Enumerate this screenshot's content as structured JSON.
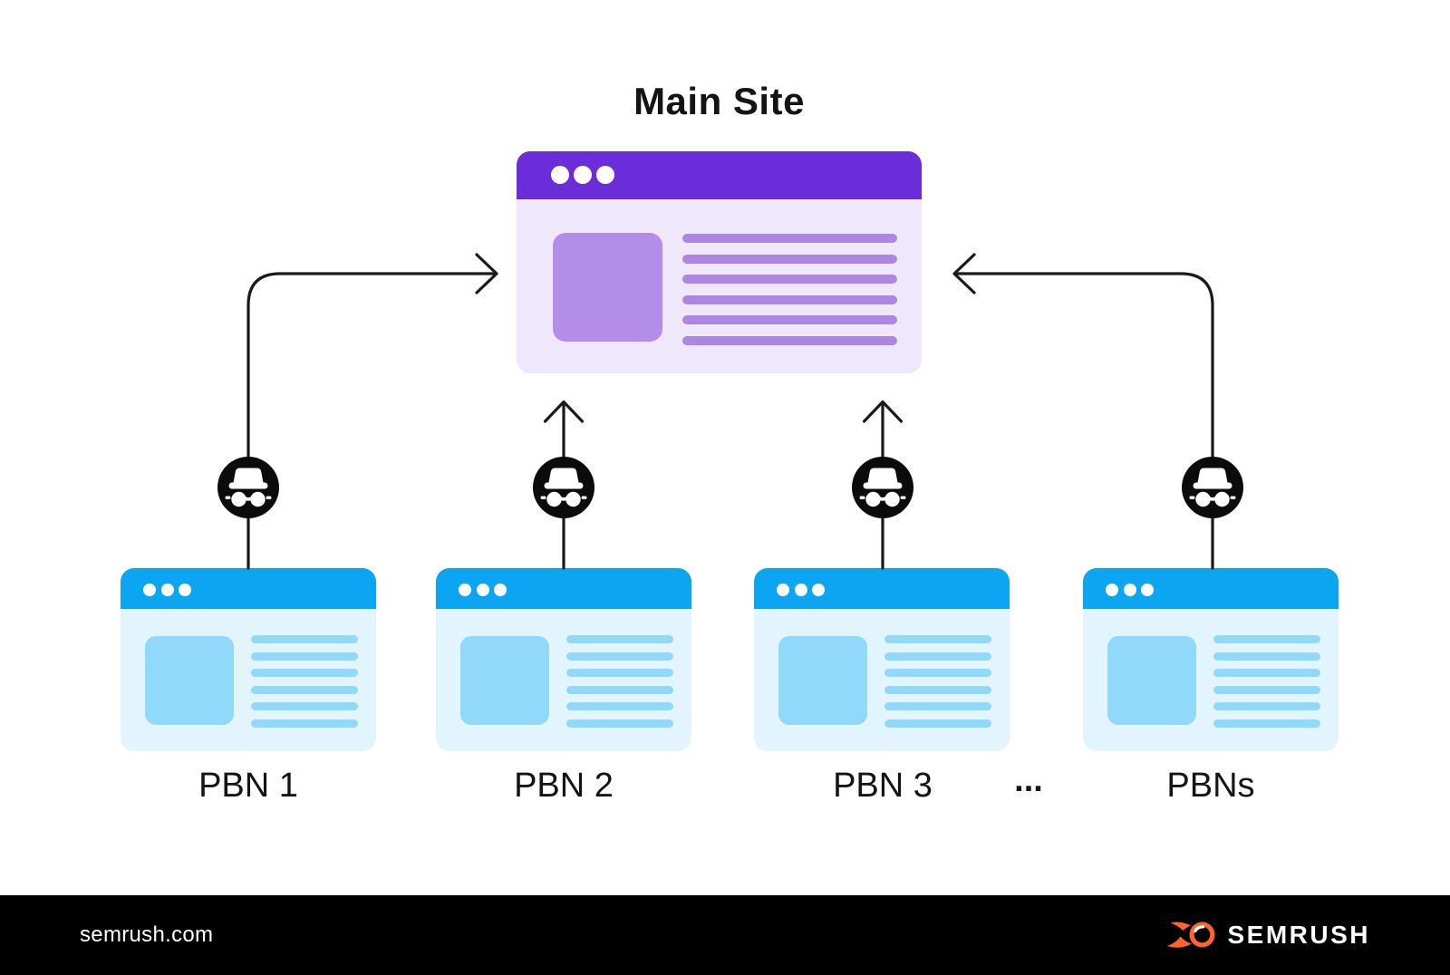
{
  "diagram": {
    "title": "Main Site",
    "pbns": [
      {
        "label": "PBN 1"
      },
      {
        "label": "PBN 2"
      },
      {
        "label": "PBN 3"
      },
      {
        "label": "PBNs"
      }
    ],
    "ellipsis": "...",
    "decor": {
      "main_stripes": 6,
      "pbn_stripes": 6
    }
  },
  "footer": {
    "site": "semrush.com",
    "brand": "SEMRUSH"
  },
  "colors": {
    "main_header": "#6b2cd9",
    "main_body": "#efe7fb",
    "main_accent": "#b48de9",
    "main_accent2": "#ad86e4",
    "pbn_header": "#0ba5f2",
    "pbn_body": "#e2f5fe",
    "pbn_accent": "#90d9fb",
    "connector": "#1a1a1a",
    "footer_bg": "#000000",
    "brand_orange": "#ff642d"
  }
}
